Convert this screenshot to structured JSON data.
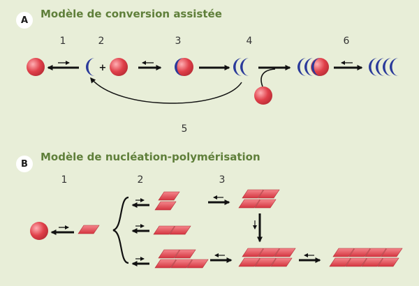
{
  "panel_a": {
    "letter": "A",
    "title": "Modèle de conversion assistée",
    "steps": [
      "1",
      "2",
      "3",
      "4",
      "5",
      "6"
    ],
    "plus": "+"
  },
  "panel_b": {
    "letter": "B",
    "title": "Modèle de nucléation-polymérisation",
    "steps": [
      "1",
      "2",
      "3"
    ]
  },
  "colors": {
    "background": "#e8eed8",
    "title_green": "#5f7f3a",
    "prion_red": "#e0404a",
    "prion_blue": "#2a3a9a",
    "arrow": "#111111"
  }
}
